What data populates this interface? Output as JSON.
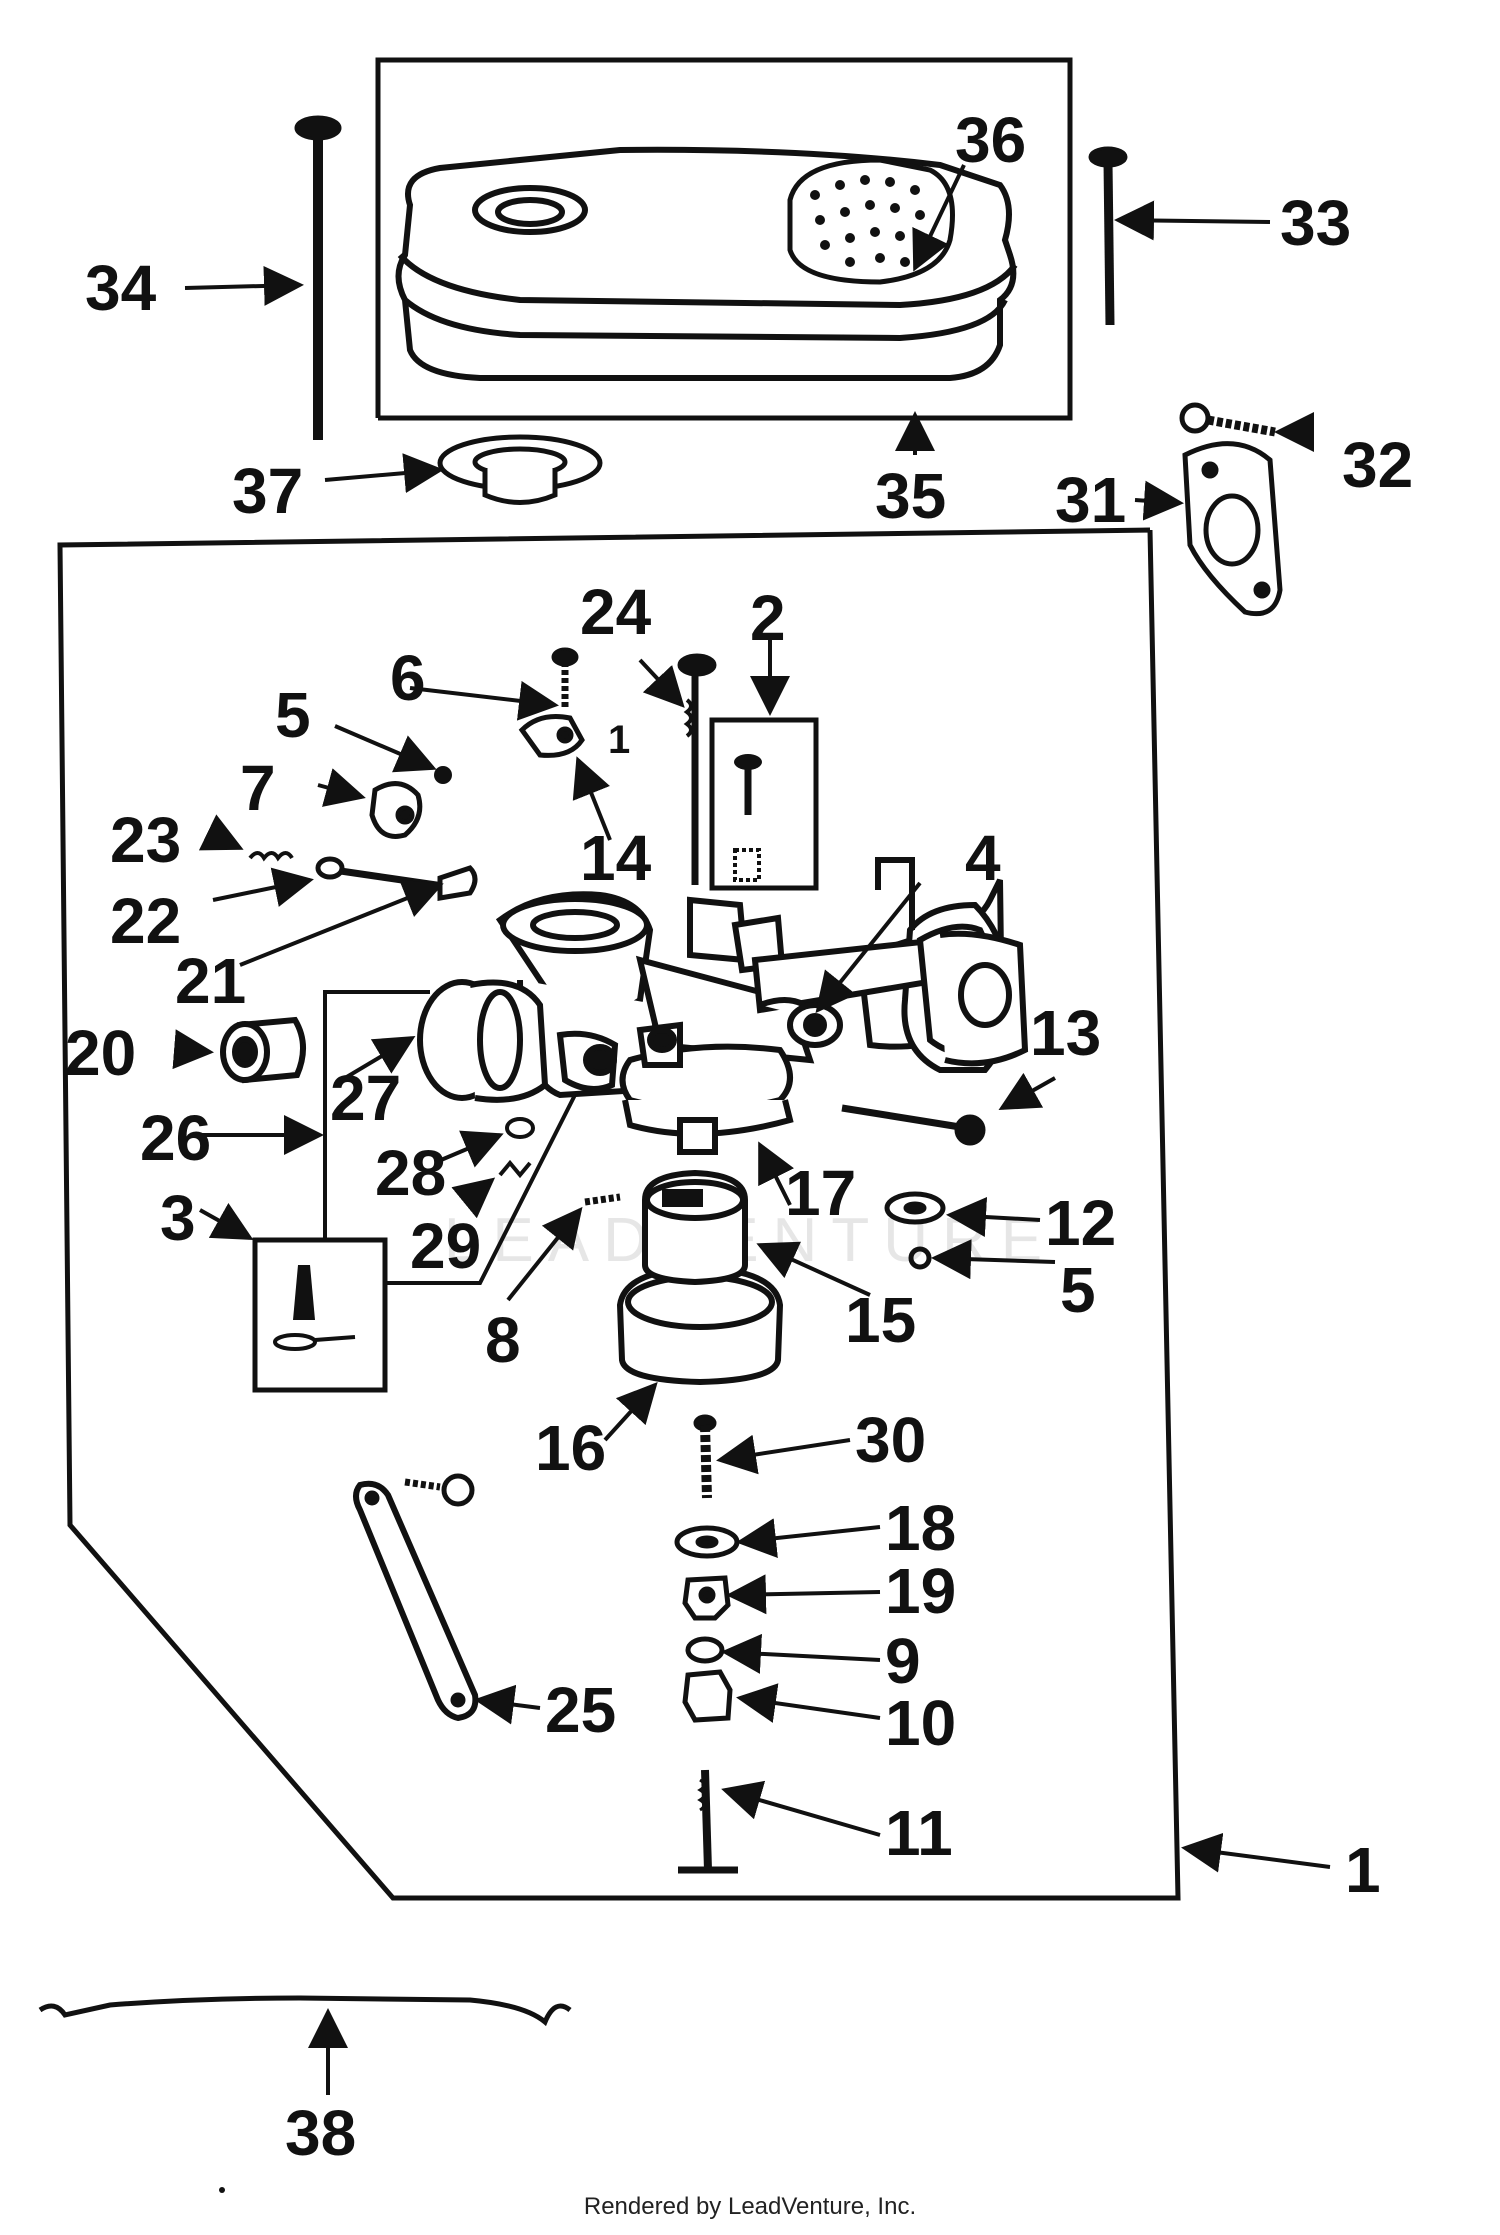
{
  "callouts": {
    "c1": "1",
    "c2": "2",
    "c3": "3",
    "c4": "4",
    "c5a": "5",
    "c5b": "5",
    "c6": "6",
    "c7": "7",
    "c8": "8",
    "c9": "9",
    "c10": "10",
    "c11": "11",
    "c12": "12",
    "c13": "13",
    "c14": "14",
    "c15": "15",
    "c16": "16",
    "c17": "17",
    "c18": "18",
    "c19": "19",
    "c20": "20",
    "c21": "21",
    "c22": "22",
    "c23": "23",
    "c24": "24",
    "c25": "25",
    "c26": "26",
    "c27": "27",
    "c28": "28",
    "c29": "29",
    "c30": "30",
    "c31": "31",
    "c32": "32",
    "c33": "33",
    "c34": "34",
    "c35": "35",
    "c36": "36",
    "c37": "37",
    "c38": "38",
    "small1": "1"
  },
  "watermark": "LEADVENTURE",
  "footer": "Rendered by LeadVenture, Inc."
}
